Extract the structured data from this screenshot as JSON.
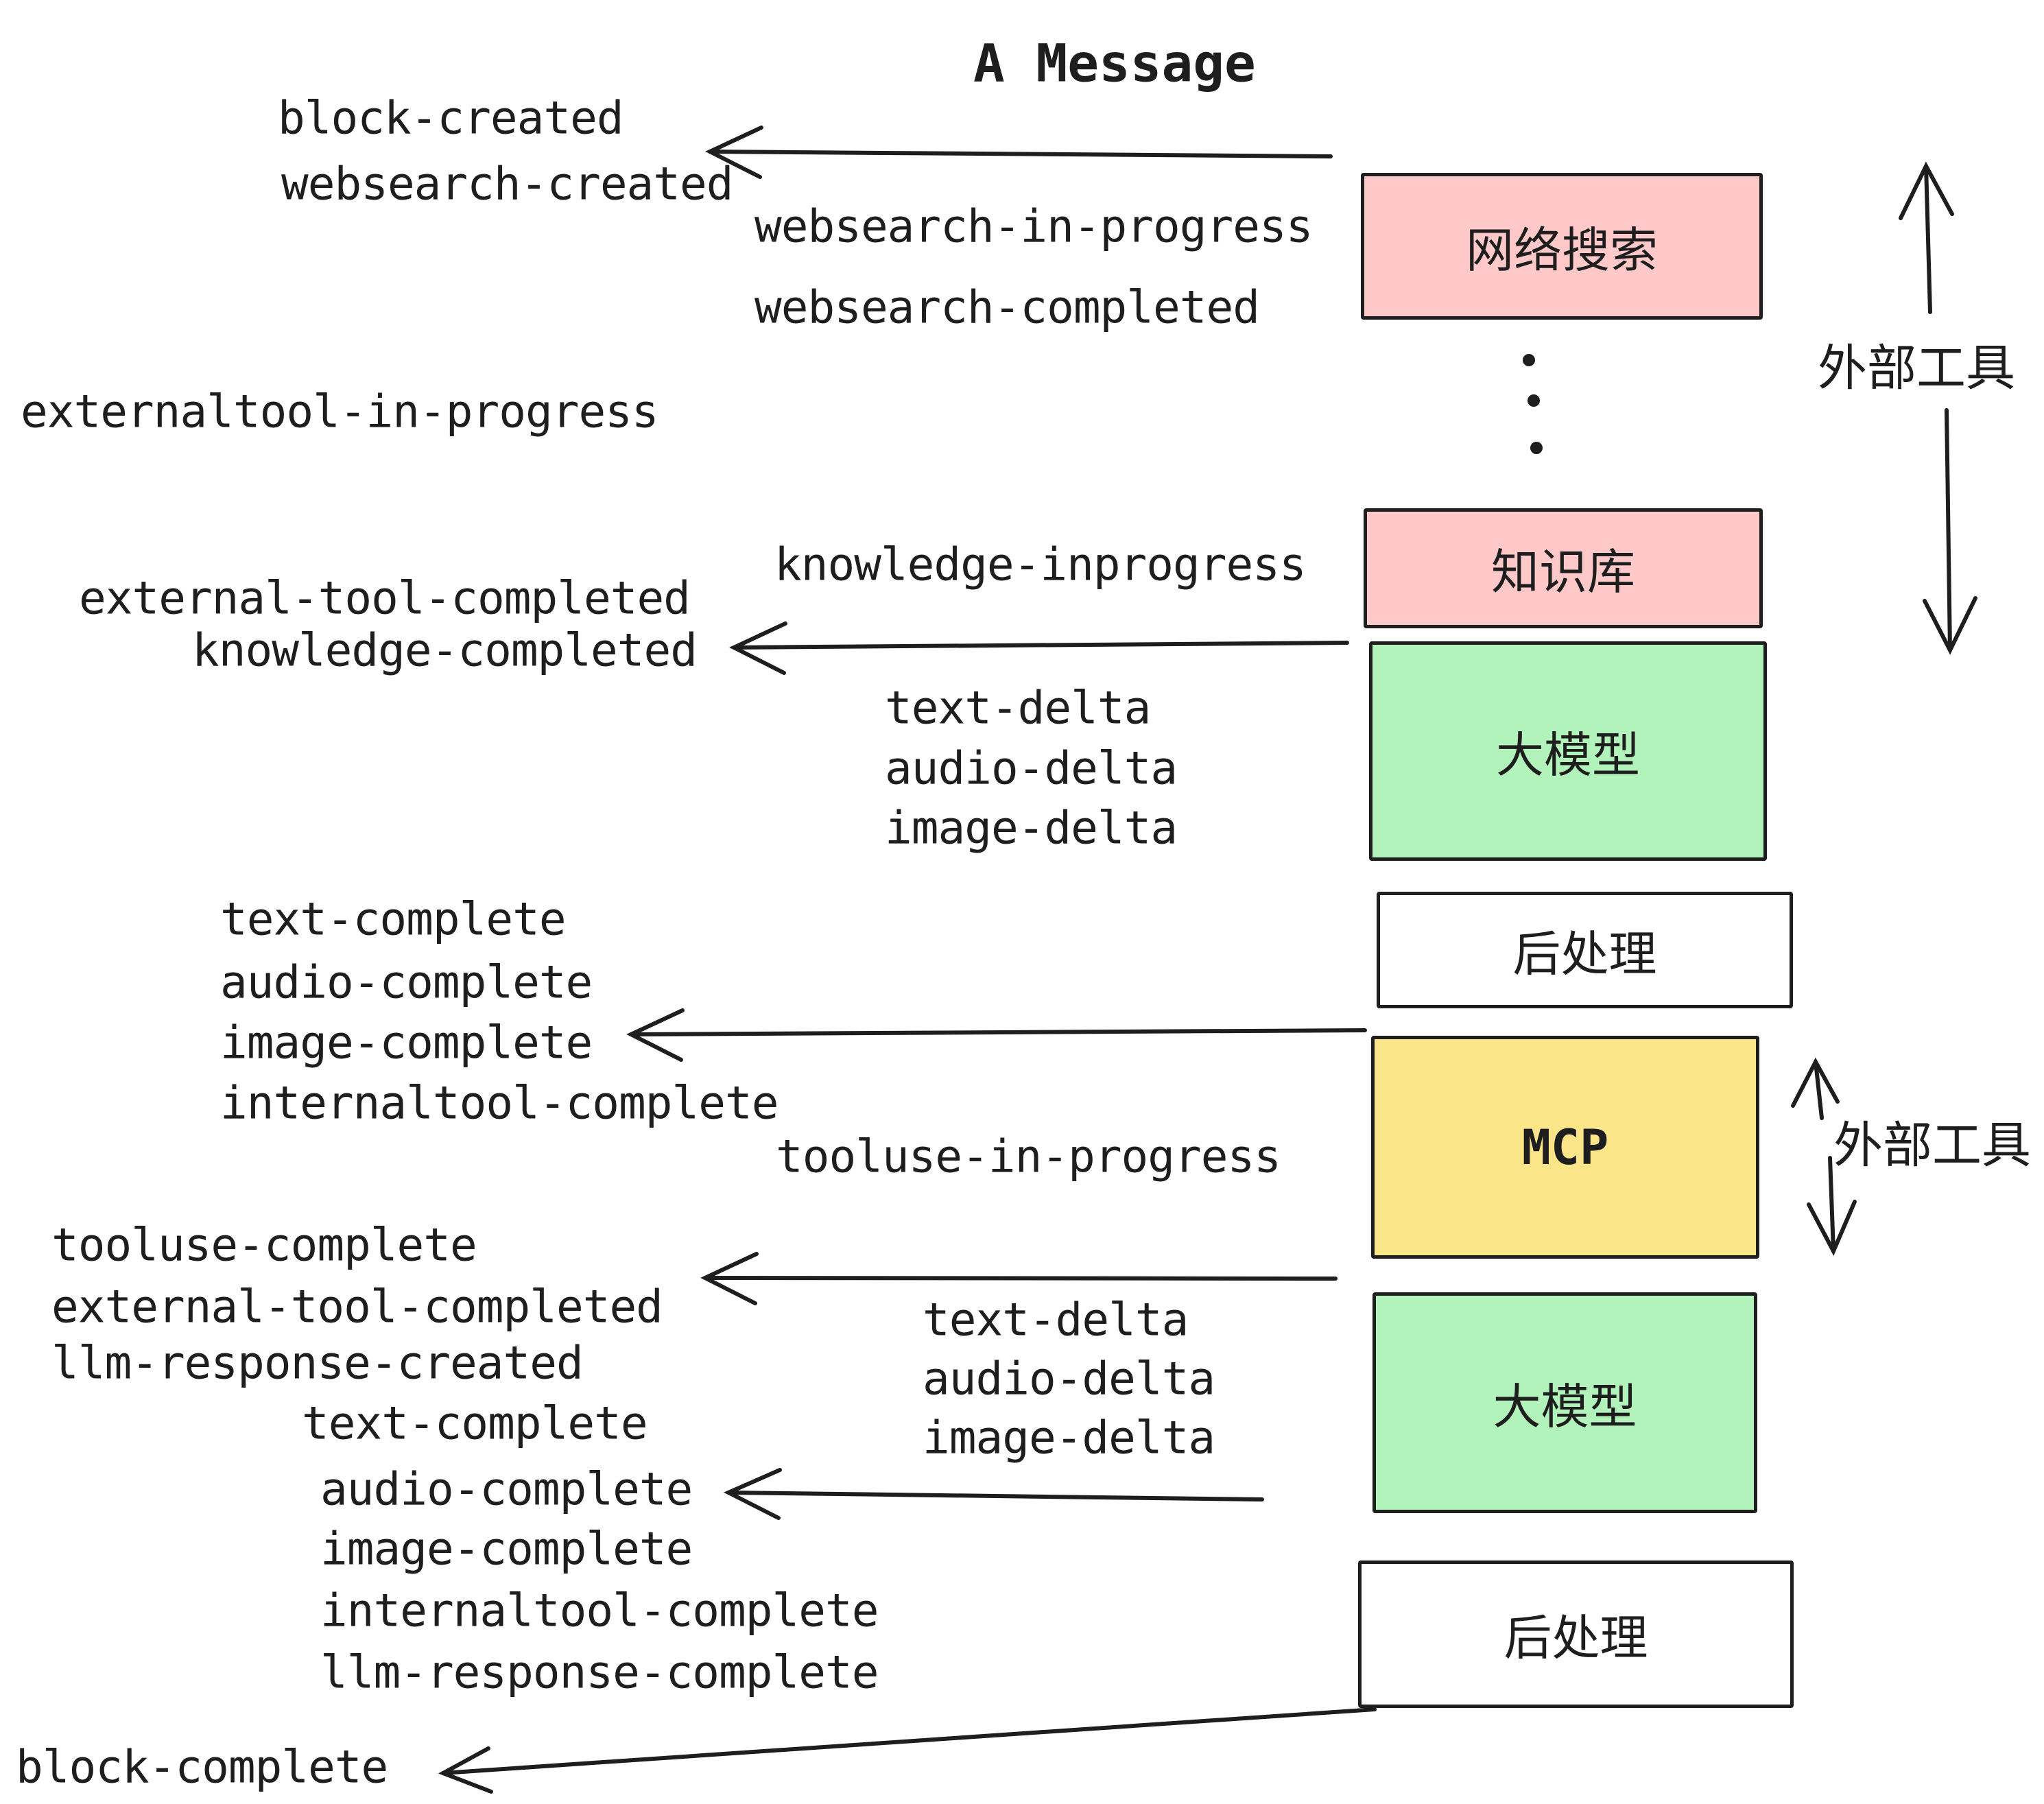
{
  "title": "A Message",
  "colors": {
    "stroke": "#1e1e1e",
    "pink": "#ffc9c9",
    "green": "#b2f2bb",
    "yellow": "#fae588",
    "white": "#ffffff"
  },
  "events": {
    "block_created": "block-created",
    "websearch_created": "websearch-created",
    "websearch_in_progress": "websearch-in-progress",
    "websearch_completed": "websearch-completed",
    "externaltool_in_progress": "externaltool-in-progress",
    "knowledge_inprogress": "knowledge-inprogress",
    "external_tool_completed": "external-tool-completed",
    "knowledge_completed": "knowledge-completed",
    "text_delta": "text-delta",
    "audio_delta": "audio-delta",
    "image_delta": "image-delta",
    "text_complete": "text-complete",
    "audio_complete": "audio-complete",
    "image_complete": "image-complete",
    "internaltool_complete": "internaltool-complete",
    "tooluse_in_progress": "tooluse-in-progress",
    "tooluse_complete": "tooluse-complete",
    "llm_response_created": "llm-response-created",
    "llm_response_complete": "llm-response-complete",
    "block_complete": "block-complete"
  },
  "nodes": {
    "web_search": {
      "label": "网络搜索",
      "fill": "#ffc9c9"
    },
    "knowledge_base": {
      "label": "知识库",
      "fill": "#ffc9c9"
    },
    "llm_top": {
      "label": "大模型",
      "fill": "#b2f2bb"
    },
    "post_process_top": {
      "label": "后处理",
      "fill": "#ffffff"
    },
    "mcp": {
      "label": "MCP",
      "fill": "#fae588"
    },
    "llm_bottom": {
      "label": "大模型",
      "fill": "#b2f2bb"
    },
    "post_process_bottom": {
      "label": "后处理",
      "fill": "#ffffff"
    }
  },
  "annotations": {
    "external_tools_top": "外部工具",
    "external_tools_side": "外部工具"
  }
}
